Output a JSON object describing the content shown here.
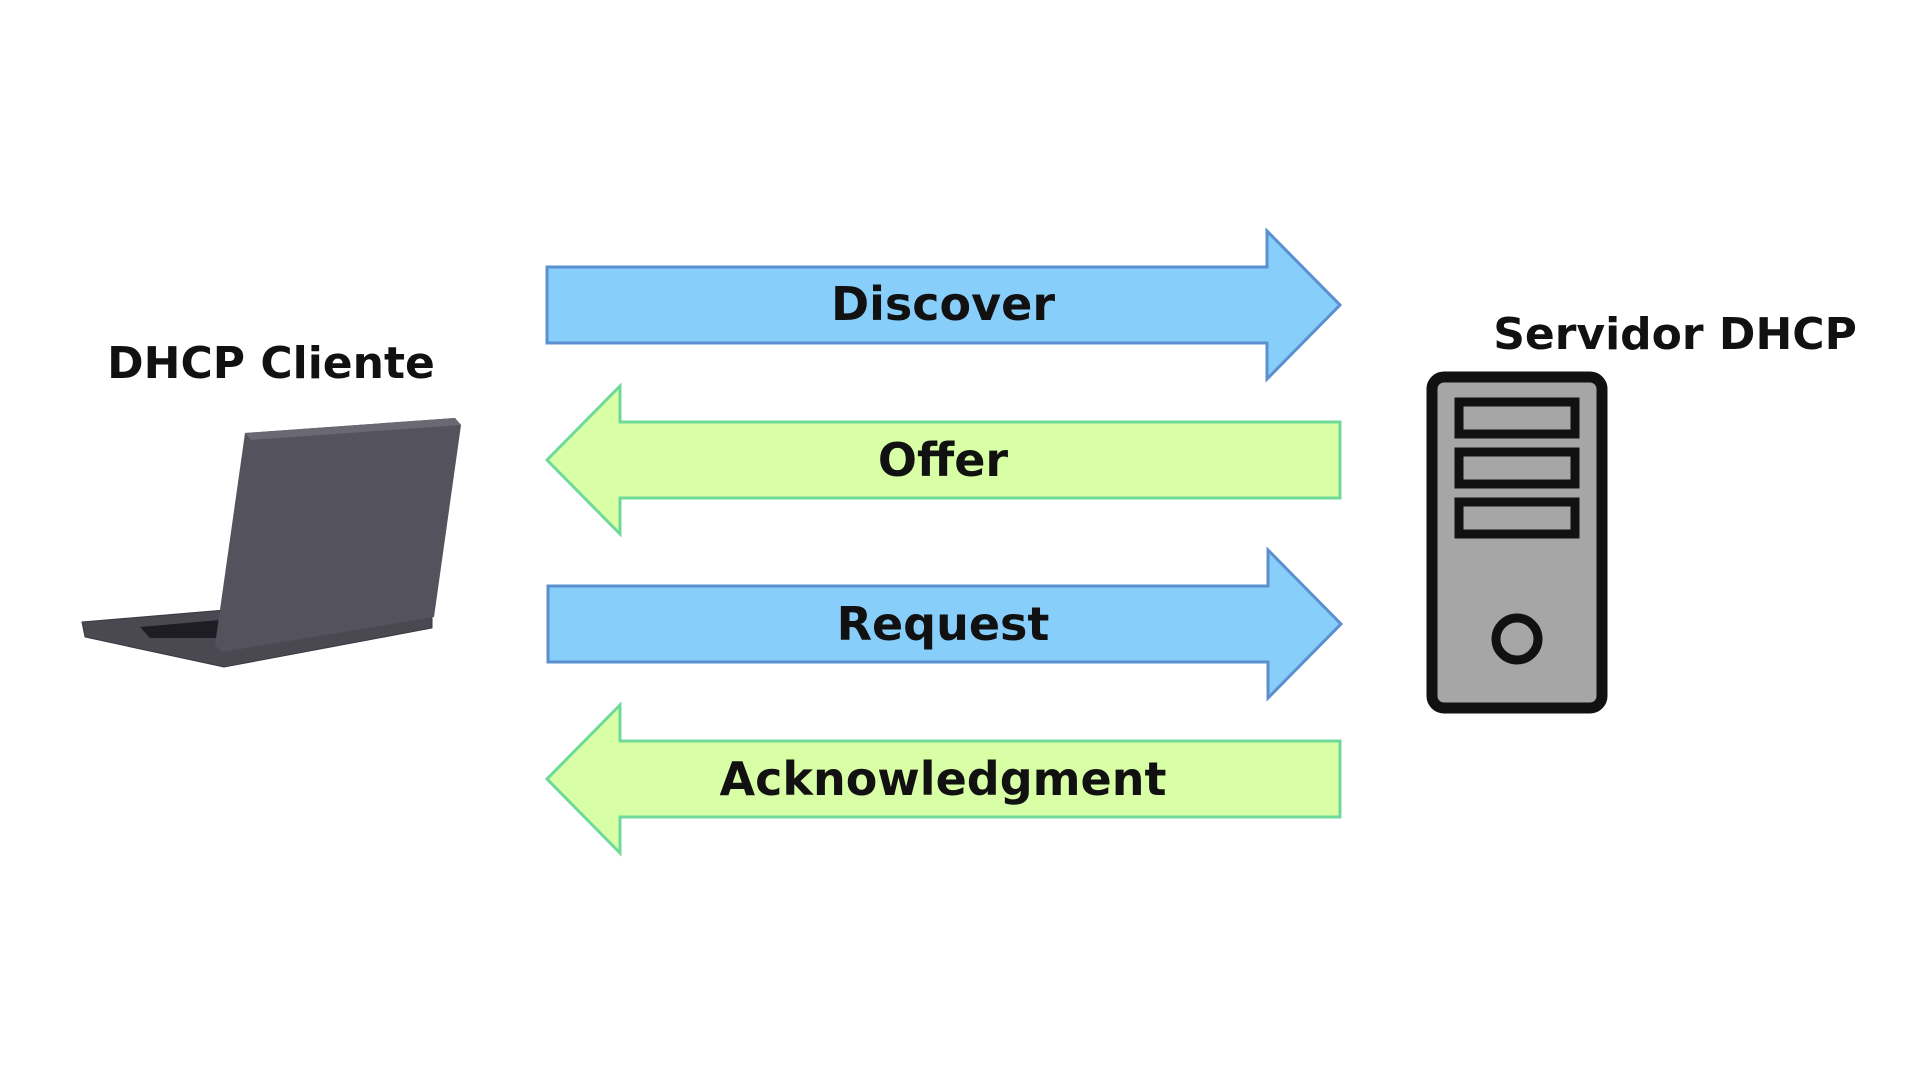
{
  "client": {
    "title": "DHCP Cliente",
    "icon": "laptop-icon"
  },
  "server": {
    "title": "Servidor DHCP",
    "icon": "server-tower-icon"
  },
  "messages": [
    {
      "label": "Discover",
      "direction": "client-to-server",
      "fill": "#87CEFA",
      "stroke": "#5B8FD0"
    },
    {
      "label": "Offer",
      "direction": "server-to-client",
      "fill": "#D9FFA6",
      "stroke": "#6FD99A"
    },
    {
      "label": "Request",
      "direction": "client-to-server",
      "fill": "#87CEFA",
      "stroke": "#5B8FD0"
    },
    {
      "label": "Acknowledgment",
      "direction": "server-to-client",
      "fill": "#D9FFA6",
      "stroke": "#6FD99A"
    }
  ]
}
